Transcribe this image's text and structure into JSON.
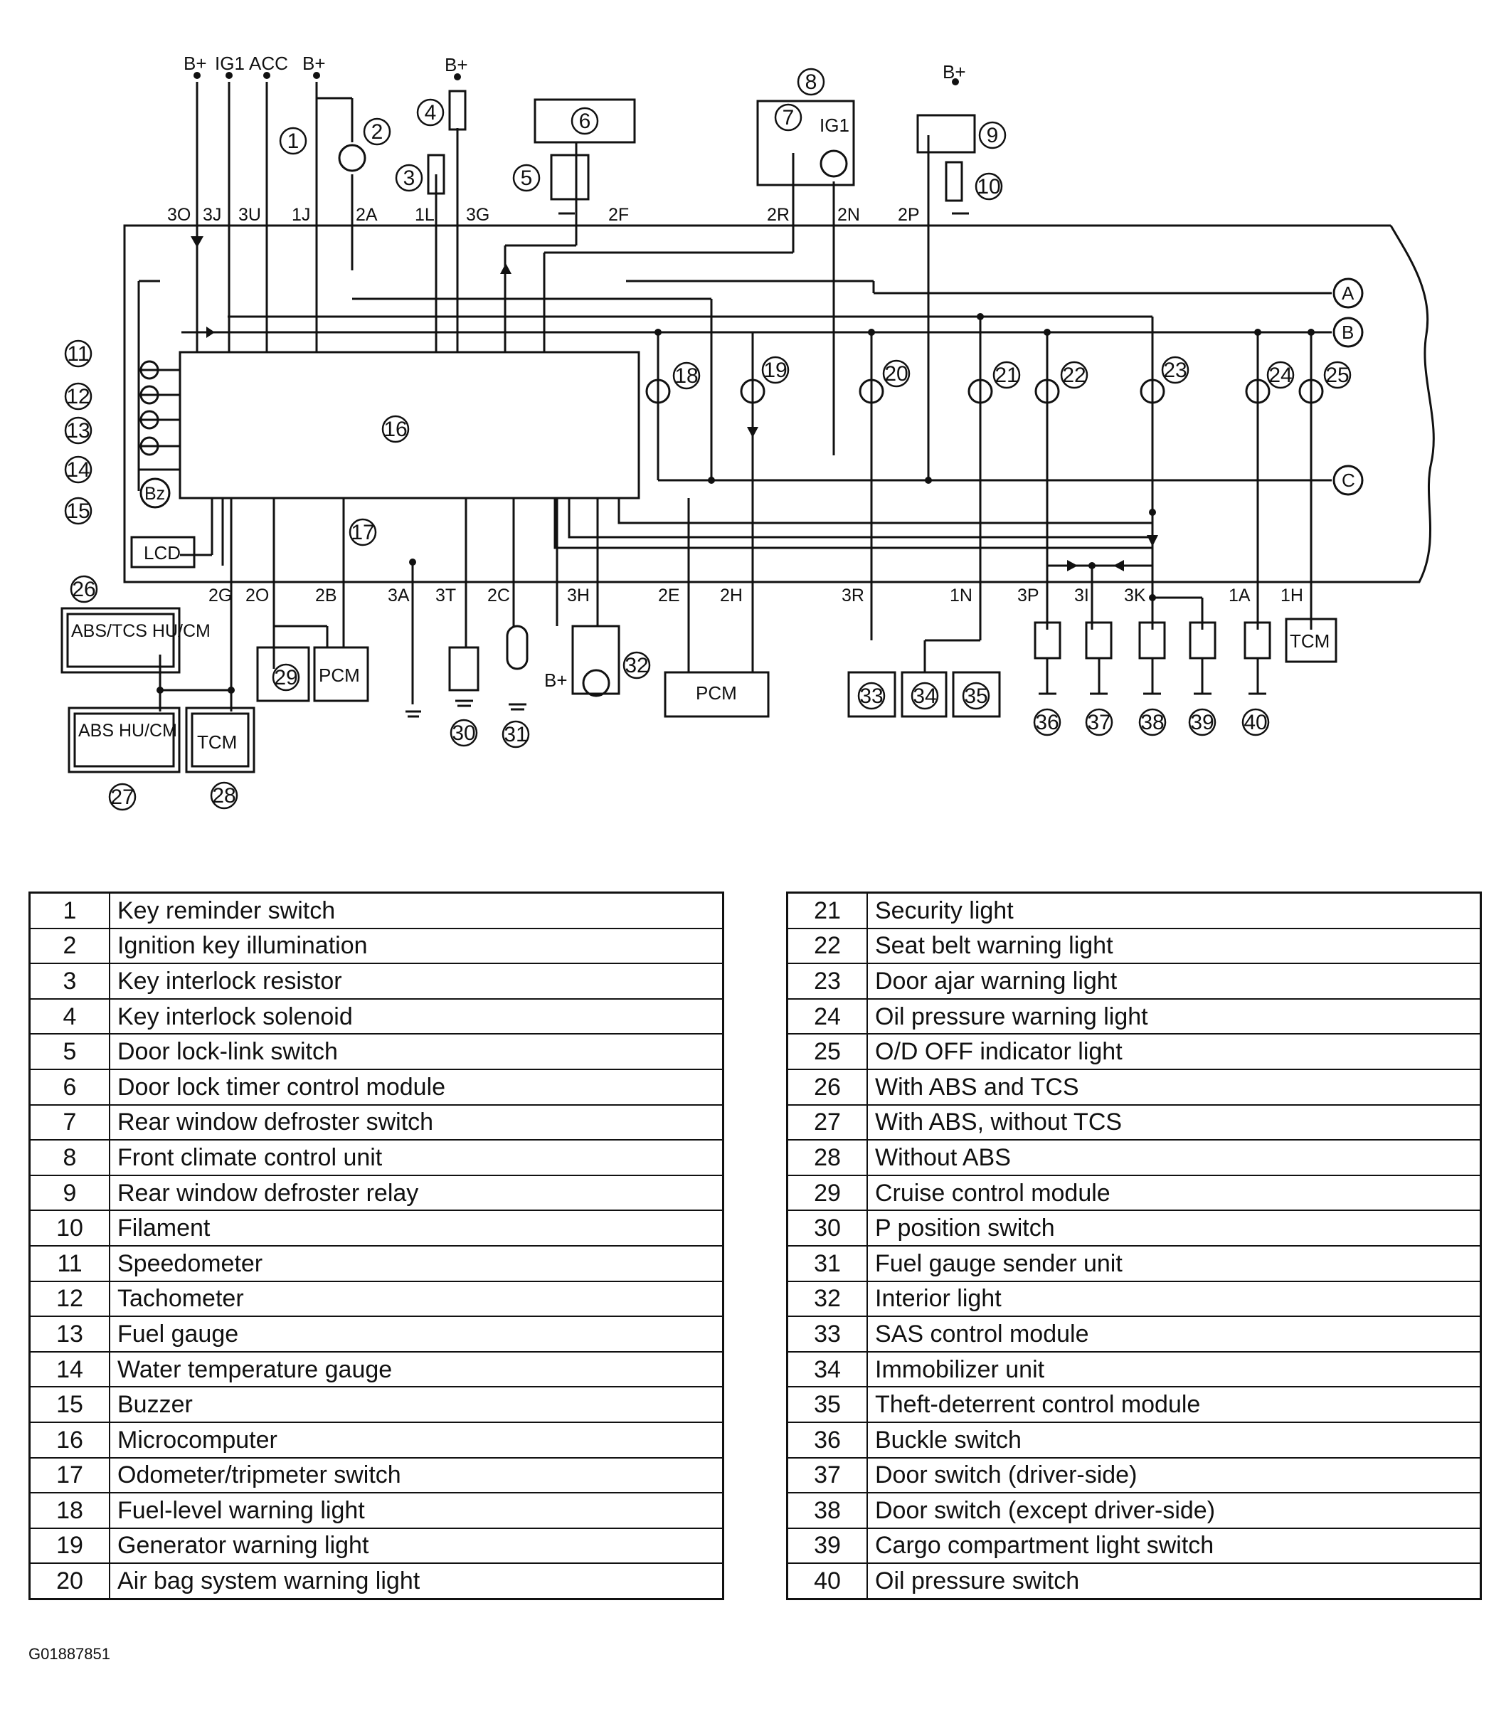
{
  "diagram": {
    "supply_labels": [
      "B+",
      "IG1",
      "ACC",
      "B+"
    ],
    "pins_top": [
      "3O",
      "3J",
      "3U",
      "1J",
      "2A",
      "1L",
      "3G",
      "2F",
      "2R",
      "2N",
      "2P"
    ],
    "pins_bottom": [
      "2G",
      "2O",
      "2B",
      "3A",
      "3T",
      "2C",
      "3H",
      "2E",
      "2H",
      "3R",
      "1N",
      "3P",
      "3I",
      "3K",
      "1A",
      "1H"
    ],
    "net_labels": [
      "A",
      "B",
      "C"
    ],
    "box_labels": {
      "lcd": "LCD",
      "buzzer": "Bz",
      "abs_tcs_hu_cm": "ABS/TCS HU/CM",
      "abs_hu_cm": "ABS HU/CM",
      "tcm": "TCM",
      "pcm": "PCM",
      "b_plus": "B+",
      "ig1": "IG1"
    },
    "callouts": [
      "1",
      "2",
      "3",
      "4",
      "5",
      "6",
      "7",
      "8",
      "9",
      "10",
      "11",
      "12",
      "13",
      "14",
      "15",
      "16",
      "17",
      "18",
      "19",
      "20",
      "21",
      "22",
      "23",
      "24",
      "25",
      "26",
      "27",
      "28",
      "29",
      "30",
      "31",
      "32",
      "33",
      "34",
      "35",
      "36",
      "37",
      "38",
      "39",
      "40"
    ]
  },
  "legend": {
    "left": [
      {
        "num": "1",
        "desc": "Key reminder switch"
      },
      {
        "num": "2",
        "desc": "Ignition key illumination"
      },
      {
        "num": "3",
        "desc": "Key interlock resistor"
      },
      {
        "num": "4",
        "desc": "Key interlock solenoid"
      },
      {
        "num": "5",
        "desc": "Door lock-link switch"
      },
      {
        "num": "6",
        "desc": "Door lock timer control module"
      },
      {
        "num": "7",
        "desc": "Rear window defroster switch"
      },
      {
        "num": "8",
        "desc": "Front climate control unit"
      },
      {
        "num": "9",
        "desc": "Rear window defroster relay"
      },
      {
        "num": "10",
        "desc": "Filament"
      },
      {
        "num": "11",
        "desc": "Speedometer"
      },
      {
        "num": "12",
        "desc": "Tachometer"
      },
      {
        "num": "13",
        "desc": "Fuel gauge"
      },
      {
        "num": "14",
        "desc": "Water temperature gauge"
      },
      {
        "num": "15",
        "desc": "Buzzer"
      },
      {
        "num": "16",
        "desc": "Microcomputer"
      },
      {
        "num": "17",
        "desc": "Odometer/tripmeter switch"
      },
      {
        "num": "18",
        "desc": "Fuel-level warning light"
      },
      {
        "num": "19",
        "desc": "Generator warning light"
      },
      {
        "num": "20",
        "desc": "Air bag system warning light"
      }
    ],
    "right": [
      {
        "num": "21",
        "desc": "Security light"
      },
      {
        "num": "22",
        "desc": "Seat belt warning light"
      },
      {
        "num": "23",
        "desc": "Door ajar warning light"
      },
      {
        "num": "24",
        "desc": "Oil pressure warning light"
      },
      {
        "num": "25",
        "desc": "O/D OFF indicator light"
      },
      {
        "num": "26",
        "desc": "With ABS and TCS"
      },
      {
        "num": "27",
        "desc": "With ABS, without TCS"
      },
      {
        "num": "28",
        "desc": "Without ABS"
      },
      {
        "num": "29",
        "desc": "Cruise control module"
      },
      {
        "num": "30",
        "desc": "P position switch"
      },
      {
        "num": "31",
        "desc": "Fuel gauge sender unit"
      },
      {
        "num": "32",
        "desc": "Interior light"
      },
      {
        "num": "33",
        "desc": "SAS control module"
      },
      {
        "num": "34",
        "desc": "Immobilizer unit"
      },
      {
        "num": "35",
        "desc": "Theft-deterrent control module"
      },
      {
        "num": "36",
        "desc": "Buckle switch"
      },
      {
        "num": "37",
        "desc": "Door switch (driver-side)"
      },
      {
        "num": "38",
        "desc": "Door switch (except driver-side)"
      },
      {
        "num": "39",
        "desc": "Cargo compartment light switch"
      },
      {
        "num": "40",
        "desc": "Oil pressure switch"
      }
    ]
  },
  "footer": {
    "code": "G01887851"
  }
}
